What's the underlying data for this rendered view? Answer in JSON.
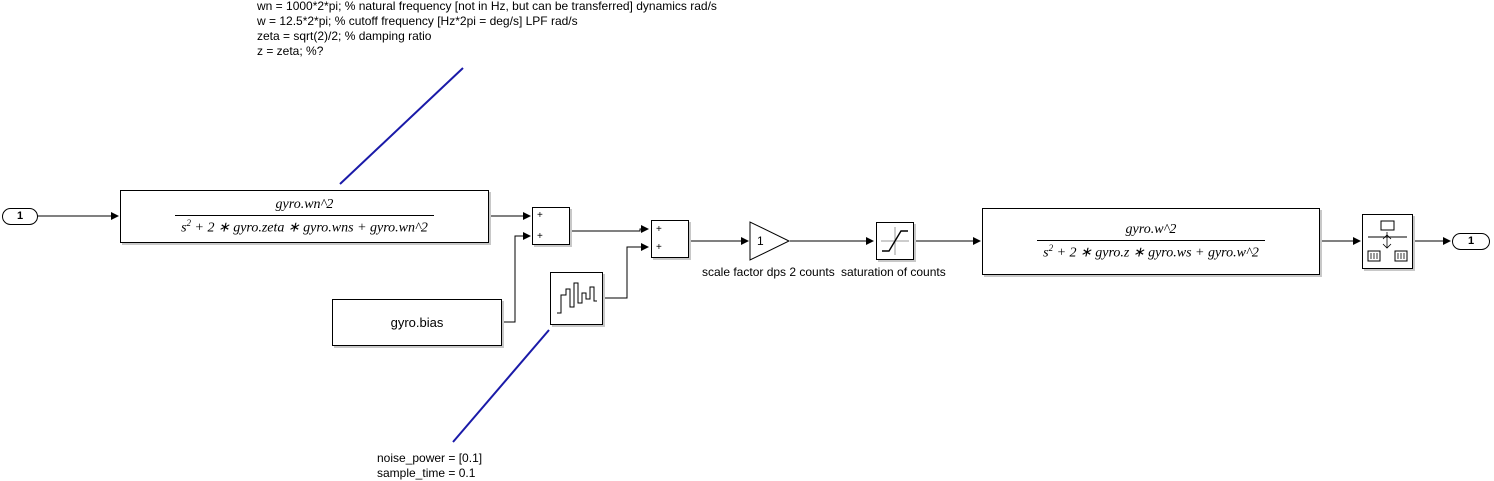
{
  "annotations": {
    "gyro_params": [
      "wn = 1000*2*pi; % natural frequency [not in Hz, but can be transferred] dynamics rad/s",
      "w = 12.5*2*pi; % cutoff frequency [Hz*2pi = deg/s] LPF rad/s",
      "zeta = sqrt(2)/2; % damping ratio",
      "z = zeta; %?"
    ],
    "noise_params": [
      "noise_power  = [0.1]",
      "sample_time = 0.1"
    ]
  },
  "blocks": {
    "inport": {
      "label": "1"
    },
    "outport": {
      "label": "1"
    },
    "tf1": {
      "num": "gyro.wn^2",
      "den_parts": [
        "s",
        "2",
        " + 2 ∗ gyro.zeta ∗ gyro.wns + gyro.wn^2"
      ]
    },
    "tf2": {
      "num": "gyro.w^2",
      "den_parts": [
        "s",
        "2",
        " + 2 ∗ gyro.z ∗ gyro.ws + gyro.w^2"
      ]
    },
    "sum1": {
      "signs": [
        "+",
        "+"
      ]
    },
    "sum2": {
      "signs": [
        "+",
        "+"
      ]
    },
    "bias": {
      "label": "gyro.bias"
    },
    "gain": {
      "value": "1",
      "caption": "scale factor dps 2 counts"
    },
    "saturation": {
      "caption": "saturation of counts"
    }
  },
  "colors": {
    "annotation_line": "#1a1aa8",
    "wire": "#000000",
    "shadow": "#c8c8c8"
  },
  "icons": [
    "band-limited-white-noise-icon",
    "saturation-icon",
    "quantizer-icon",
    "gain-triangle-icon"
  ]
}
